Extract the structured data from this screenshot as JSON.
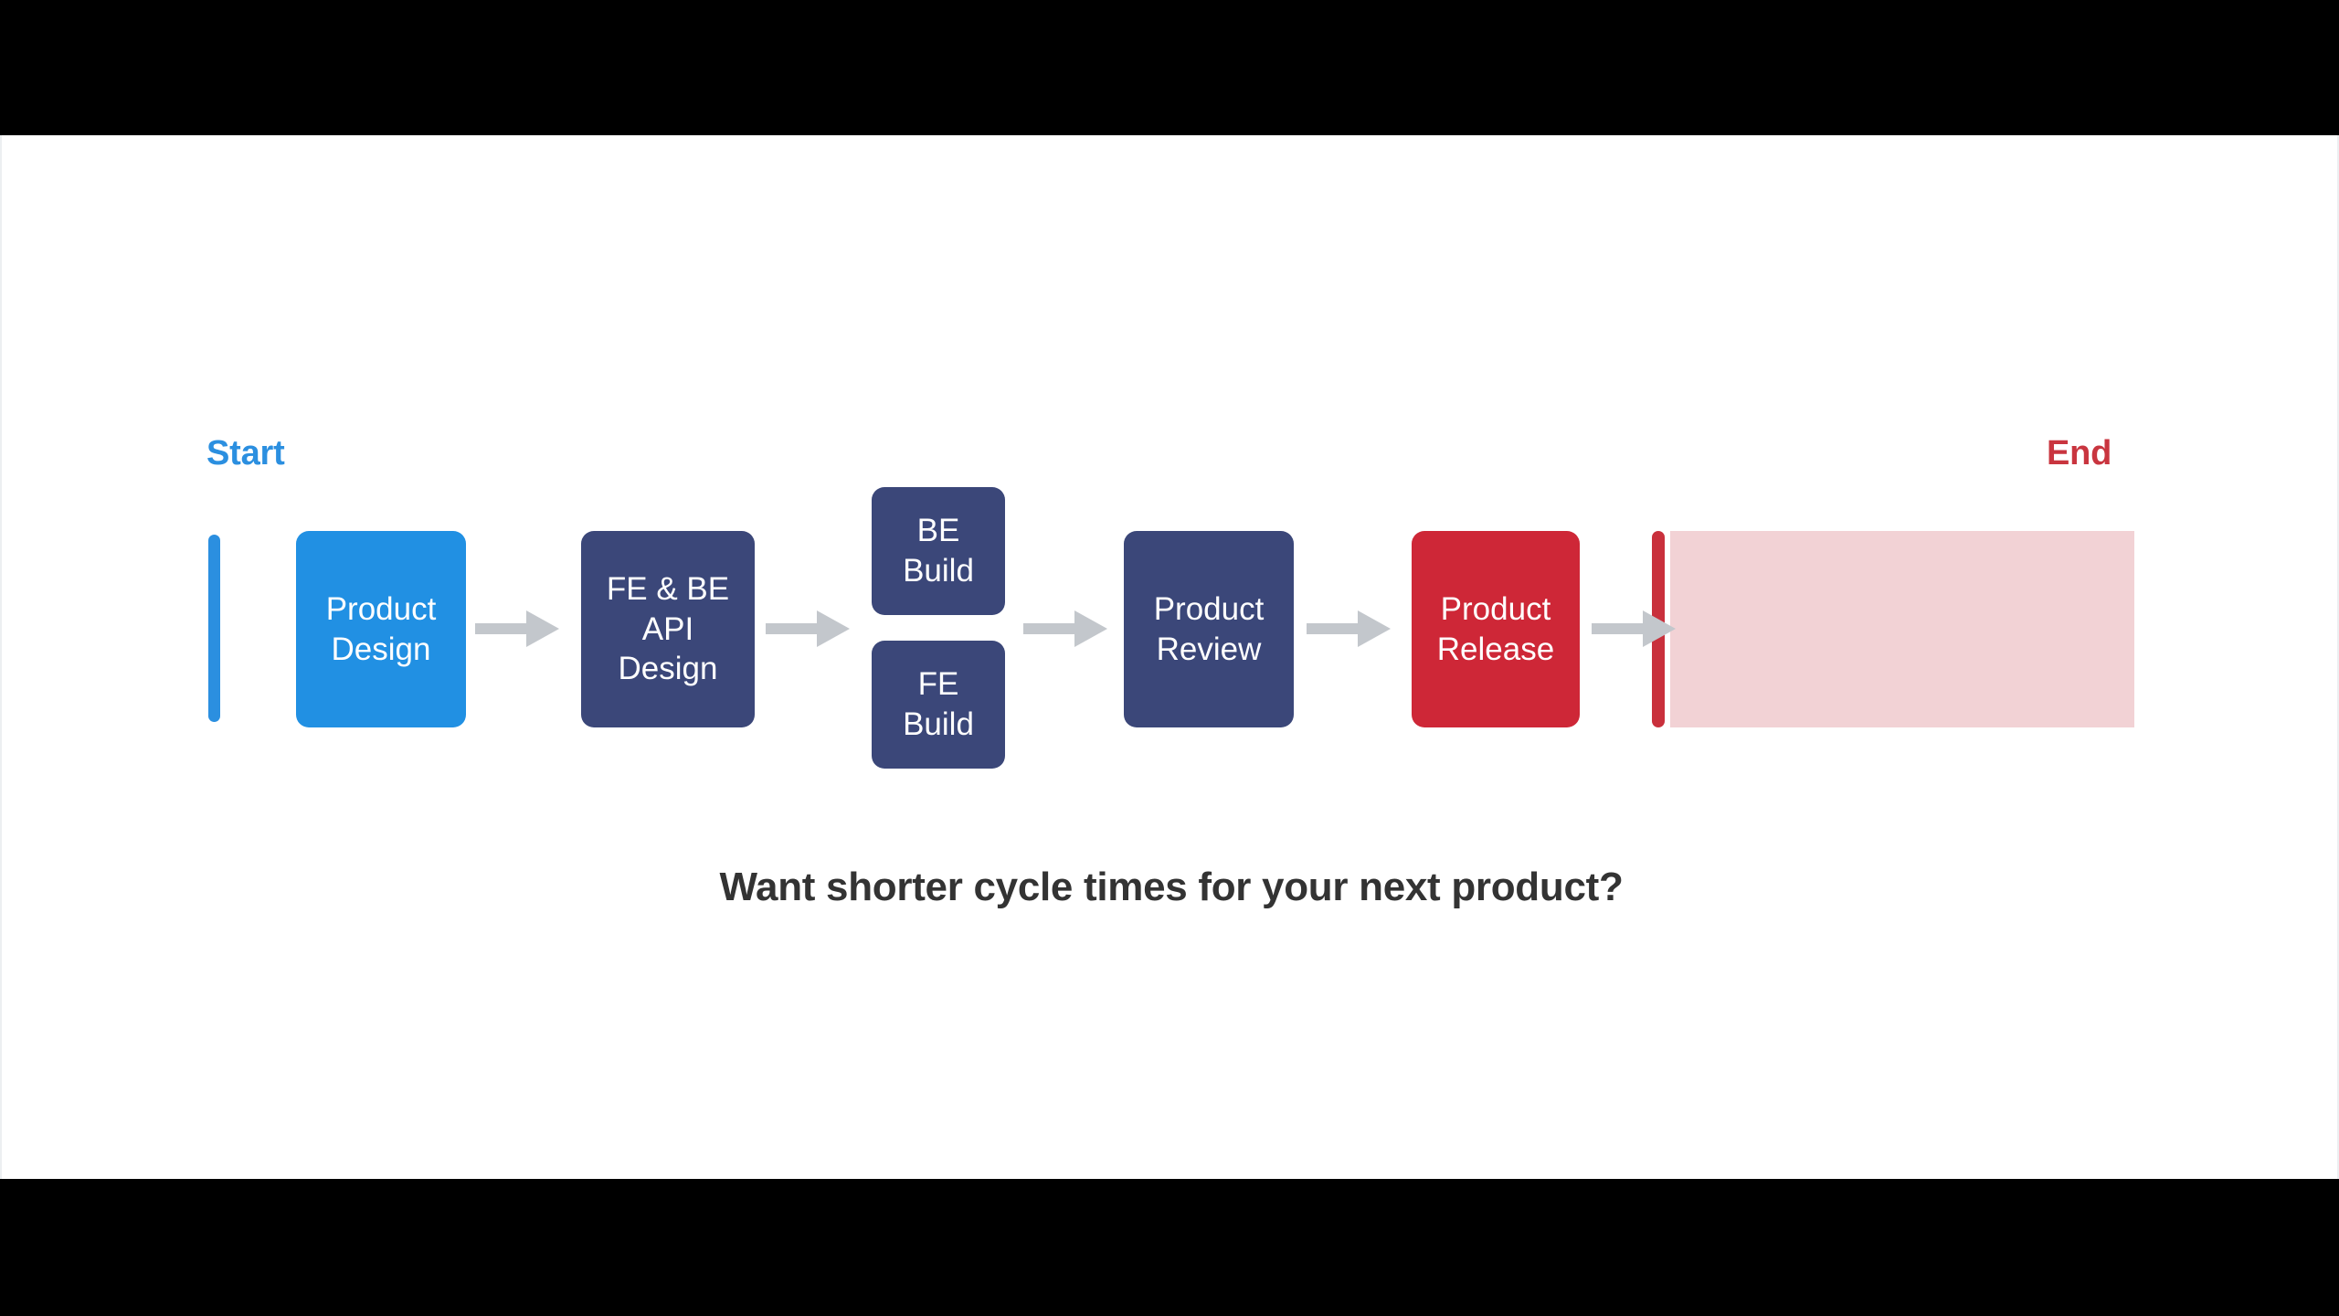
{
  "slide": {
    "background": "#ffffff",
    "letterbox_color": "#000000",
    "caption": "Want shorter cycle times for your next product?"
  },
  "markers": {
    "start": {
      "label": "Start",
      "color": "#2b8fe0"
    },
    "end": {
      "label": "End",
      "color": "#c9353f"
    }
  },
  "endzone": {
    "fill_color": "#f2d2d5",
    "edge_color": "#c9303c"
  },
  "flow": {
    "nodes": [
      {
        "id": "product-design",
        "label": "Product\nDesign",
        "color": "#2190e3"
      },
      {
        "id": "fe-be-api-design",
        "label": "FE & BE\nAPI\nDesign",
        "color": "#3b4779"
      },
      {
        "id": "be-build",
        "label": "BE\nBuild",
        "color": "#3b4779"
      },
      {
        "id": "fe-build",
        "label": "FE\nBuild",
        "color": "#3b4779"
      },
      {
        "id": "product-review",
        "label": "Product\nReview",
        "color": "#3b4779"
      },
      {
        "id": "product-release",
        "label": "Product\nRelease",
        "color": "#ce2737"
      }
    ],
    "arrow_color": "#c3c7cc",
    "arrow_count": 5
  }
}
